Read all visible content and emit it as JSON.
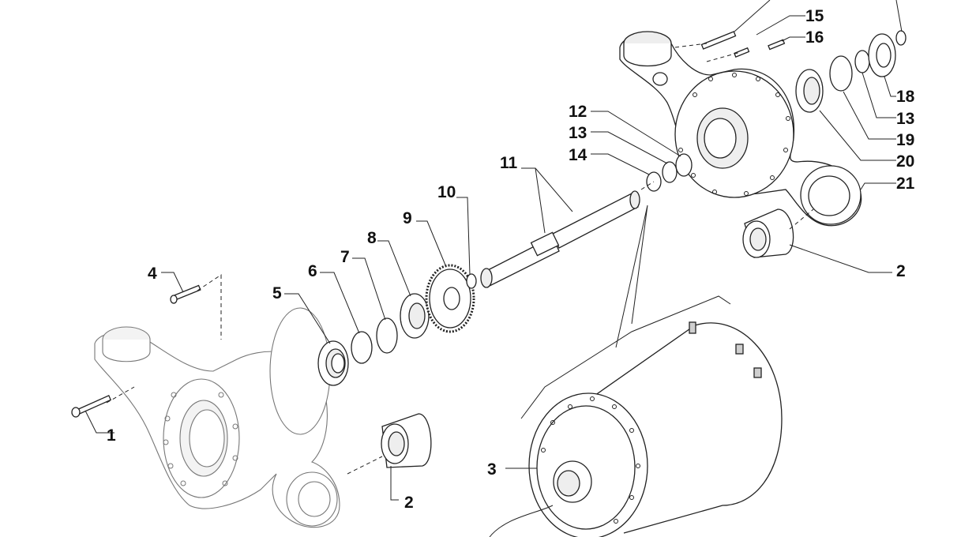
{
  "callouts": {
    "c1": "1",
    "c2_lower": "2",
    "c2_upper": "2",
    "c3": "3",
    "c4": "4",
    "c5": "5",
    "c6": "6",
    "c7": "7",
    "c8": "8",
    "c9": "9",
    "c10": "10",
    "c11": "11",
    "c12": "12",
    "c13_left": "13",
    "c14": "14",
    "c15": "15",
    "c16": "16",
    "c18": "18",
    "c13_right": "13",
    "c19": "19",
    "c20": "20",
    "c21": "21"
  }
}
